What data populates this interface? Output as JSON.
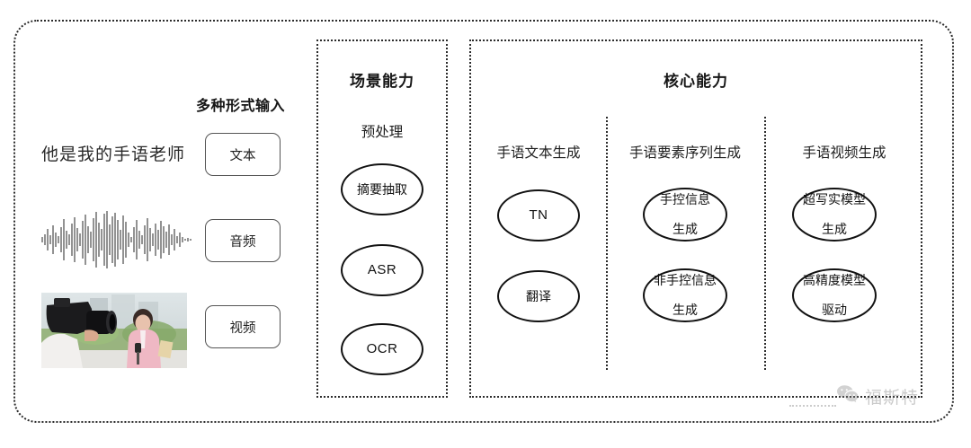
{
  "diagram": {
    "outer_frame": {
      "style": "dotted-rounded-rectangle"
    },
    "input_section": {
      "title": "多种形式输入",
      "sample_text": "他是我的手语老师",
      "media": [
        {
          "type": "text-sample",
          "name": "text-sample"
        },
        {
          "type": "audio-waveform",
          "name": "audio-waveform"
        },
        {
          "type": "video-thumbnail",
          "name": "video-thumbnail"
        }
      ],
      "buttons": [
        {
          "label": "文本"
        },
        {
          "label": "音频"
        },
        {
          "label": "视频"
        }
      ]
    },
    "scene_panel": {
      "title": "场景能力",
      "columns": [
        {
          "heading": "预处理",
          "nodes": [
            {
              "label": "摘要抽取",
              "script": "cjk"
            },
            {
              "label": "ASR",
              "script": "latin"
            },
            {
              "label": "OCR",
              "script": "latin"
            }
          ]
        }
      ]
    },
    "core_panel": {
      "title": "核心能力",
      "columns": [
        {
          "heading": "手语文本生成",
          "nodes": [
            {
              "label": "TN",
              "script": "latin"
            },
            {
              "label": "翻译",
              "script": "cjk"
            }
          ]
        },
        {
          "heading": "手语要素序列生成",
          "nodes": [
            {
              "line1": "手控信息",
              "line2": "生成",
              "script": "cjk"
            },
            {
              "line1": "非手控信息",
              "line2": "生成",
              "script": "cjk"
            }
          ]
        },
        {
          "heading": "手语视频生成",
          "nodes": [
            {
              "line1": "超写实模型",
              "line2": "生成",
              "script": "cjk"
            },
            {
              "line1": "高精度模型",
              "line2": "驱动",
              "script": "cjk"
            }
          ]
        }
      ]
    },
    "watermark": {
      "icon": "wechat-icon",
      "text": "福斯特"
    },
    "colors": {
      "border": "#2b2b2b",
      "node_border": "#111111",
      "button_border": "#555555",
      "text": "#1a1a1a",
      "watermark": "#777777",
      "background": "#ffffff"
    }
  }
}
